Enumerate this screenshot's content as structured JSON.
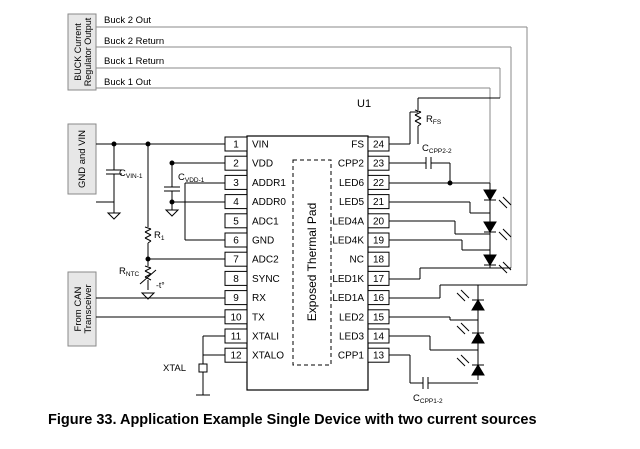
{
  "chip": {
    "name": "U1",
    "pad_label": "Exposed Thermal Pad",
    "left_pins": [
      {
        "num": "1",
        "name": "VIN"
      },
      {
        "num": "2",
        "name": "VDD"
      },
      {
        "num": "3",
        "name": "ADDR1"
      },
      {
        "num": "4",
        "name": "ADDR0"
      },
      {
        "num": "5",
        "name": "ADC1"
      },
      {
        "num": "6",
        "name": "GND"
      },
      {
        "num": "7",
        "name": "ADC2"
      },
      {
        "num": "8",
        "name": "SYNC"
      },
      {
        "num": "9",
        "name": "RX"
      },
      {
        "num": "10",
        "name": "TX"
      },
      {
        "num": "11",
        "name": "XTALI"
      },
      {
        "num": "12",
        "name": "XTALO"
      }
    ],
    "right_pins": [
      {
        "num": "24",
        "name": "FS"
      },
      {
        "num": "23",
        "name": "CPP2"
      },
      {
        "num": "22",
        "name": "LED6"
      },
      {
        "num": "21",
        "name": "LED5"
      },
      {
        "num": "20",
        "name": "LED4A"
      },
      {
        "num": "19",
        "name": "LED4K"
      },
      {
        "num": "18",
        "name": "NC"
      },
      {
        "num": "17",
        "name": "LED1K"
      },
      {
        "num": "16",
        "name": "LED1A"
      },
      {
        "num": "15",
        "name": "LED2"
      },
      {
        "num": "14",
        "name": "LED3"
      },
      {
        "num": "13",
        "name": "CPP1"
      }
    ]
  },
  "blocks": {
    "buck": "BUCK Current Regulator Output",
    "gnd_vin": "GND and VIN",
    "can": "From CAN Transceiver"
  },
  "buck_lines": [
    "Buck 2 Out",
    "Buck 2 Return",
    "Buck 1 Return",
    "Buck 1 Out"
  ],
  "components": {
    "cvin": {
      "main": "C",
      "sub": "VIN-1"
    },
    "cvdd": {
      "main": "C",
      "sub": "VDD-1"
    },
    "r1": {
      "main": "R",
      "sub": "1"
    },
    "rntc": {
      "main": "R",
      "sub": "NTC"
    },
    "ntc_mark": "-t°",
    "rfs": {
      "main": "R",
      "sub": "FS"
    },
    "cpp2": {
      "main": "C",
      "sub": "CPP2-2"
    },
    "cpp1": {
      "main": "C",
      "sub": "CPP1-2"
    },
    "xtal": "XTAL"
  },
  "caption": "Figure 33.  Application Example Single Device with two current sources"
}
